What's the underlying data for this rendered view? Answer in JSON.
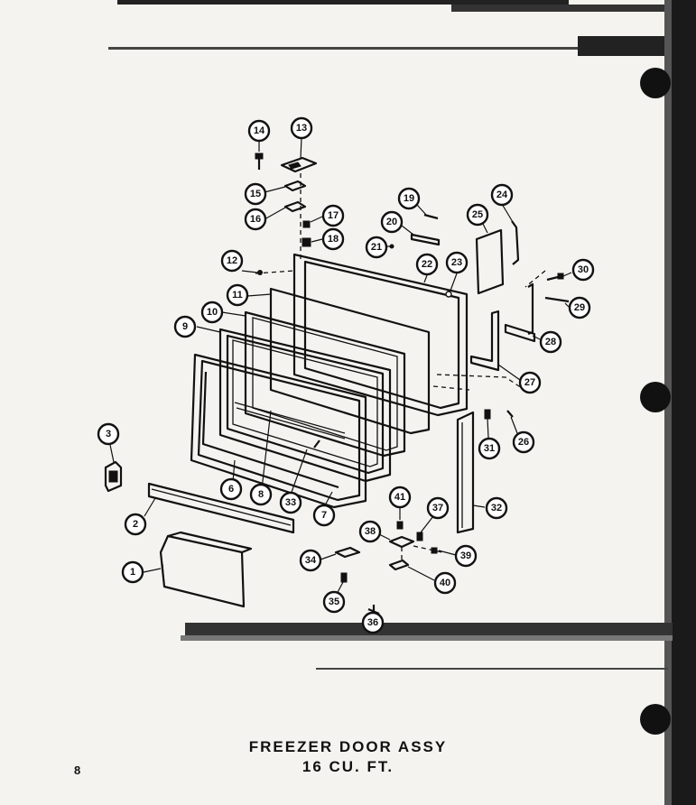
{
  "title": {
    "line1": "FREEZER DOOR ASSY",
    "line2": "16 CU. FT."
  },
  "page_number": "8",
  "callouts": [
    "14",
    "13",
    "15",
    "16",
    "17",
    "18",
    "19",
    "20",
    "21",
    "22",
    "23",
    "24",
    "25",
    "12",
    "11",
    "10",
    "9",
    "30",
    "29",
    "28",
    "27",
    "3",
    "31",
    "26",
    "6",
    "8",
    "33",
    "7",
    "32",
    "2",
    "41",
    "37",
    "38",
    "39",
    "34",
    "40",
    "1",
    "35",
    "36"
  ],
  "colors": {
    "ink": "#111111",
    "paper": "#f4f3ef"
  }
}
